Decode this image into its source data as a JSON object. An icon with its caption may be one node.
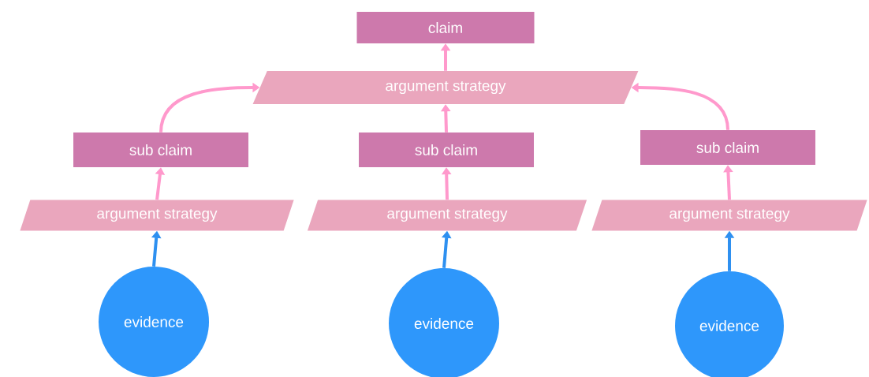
{
  "diagram": {
    "nodes": [
      {
        "text": [
          "claim"
        ]
      },
      {
        "text": [
          "argument strategy"
        ]
      },
      {
        "text": [
          "sub claim"
        ]
      },
      {
        "text": [
          "sub claim"
        ]
      },
      {
        "text": [
          "sub claim"
        ]
      },
      {
        "text": [
          "argument strategy"
        ]
      },
      {
        "text": [
          "argument strategy"
        ]
      },
      {
        "text": [
          "argument strategy"
        ]
      },
      {
        "text": [
          "evidence"
        ]
      },
      {
        "text": [
          "evidence"
        ]
      },
      {
        "text": [
          "evidence"
        ]
      }
    ],
    "edges": [
      {
        "from": 1,
        "to": 0,
        "arrow": "to"
      },
      {
        "from": 2,
        "to": 1,
        "arrow": "to"
      },
      {
        "from": 3,
        "to": 1,
        "arrow": "to"
      },
      {
        "from": 4,
        "to": 1,
        "arrow": "to"
      },
      {
        "from": 5,
        "to": 2,
        "arrow": "to"
      },
      {
        "from": 6,
        "to": 3,
        "arrow": "to"
      },
      {
        "from": 7,
        "to": 4,
        "arrow": "to"
      },
      {
        "from": 8,
        "to": 5,
        "arrow": "to",
        "color": "#2e90f0"
      },
      {
        "from": 9,
        "to": 6,
        "arrow": "to",
        "color": "#2e90f0"
      },
      {
        "from": 10,
        "to": 7,
        "arrow": "to",
        "color": "#2e90f0"
      }
    ]
  }
}
